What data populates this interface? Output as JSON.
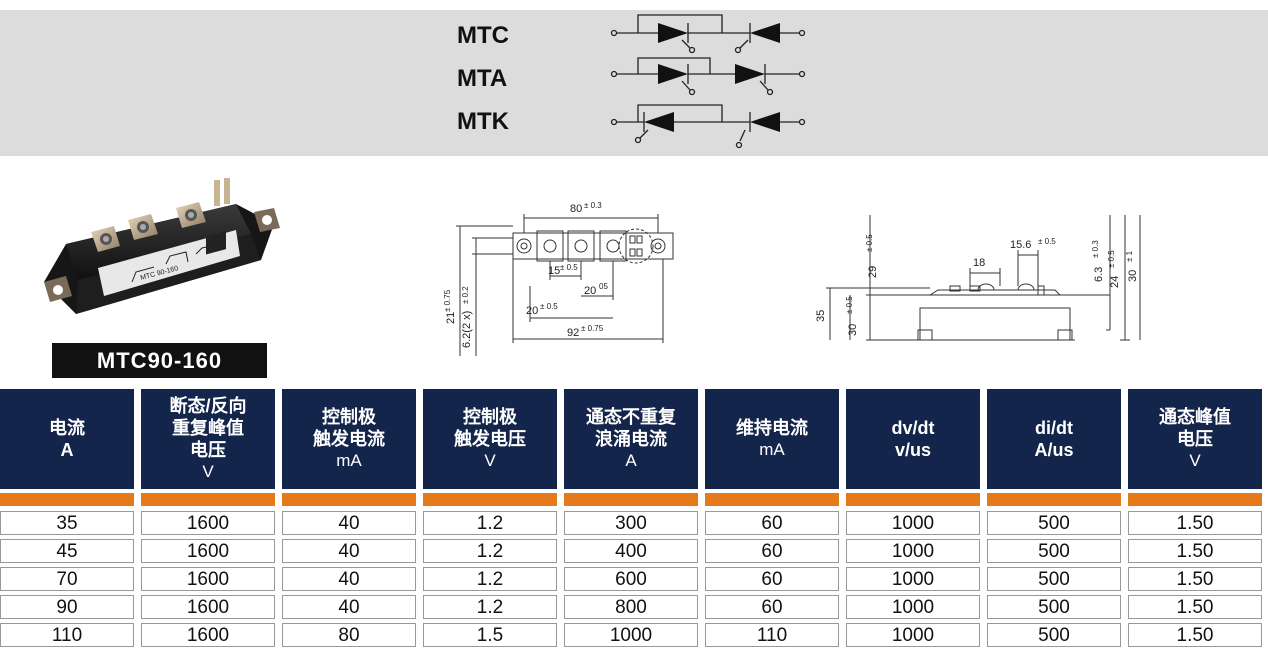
{
  "variants": [
    "MTC",
    "MTA",
    "MTK"
  ],
  "product": {
    "badge_label": "MTC90-160",
    "module_markings": [
      "MTC 90-160"
    ]
  },
  "drawing_top": {
    "dims": [
      "80",
      "± 0.3",
      "15",
      "± 0.5",
      "20",
      "05",
      "20",
      "± 0.5",
      "92",
      "± 0.75",
      "21",
      "± 0.75",
      "6.2(2 x)",
      "± 0.2"
    ]
  },
  "drawing_side": {
    "dims": [
      "18",
      "15.6",
      "± 0.5",
      "29",
      "± 0.5",
      "35",
      "30",
      "± 0.5",
      "6.3",
      "± 0.3",
      "24",
      "± 0.5",
      "30",
      "± 1"
    ]
  },
  "table": {
    "headers": [
      {
        "lines": [
          "电流",
          "A"
        ],
        "unit": ""
      },
      {
        "lines": [
          "断态/反向",
          "重复峰值",
          "电压"
        ],
        "unit": "V"
      },
      {
        "lines": [
          "控制极",
          "触发电流"
        ],
        "unit": "mA"
      },
      {
        "lines": [
          "控制极",
          "触发电压"
        ],
        "unit": "V"
      },
      {
        "lines": [
          "通态不重复",
          "浪涌电流"
        ],
        "unit": "A"
      },
      {
        "lines": [
          "维持电流"
        ],
        "unit": "mA"
      },
      {
        "lines": [
          "dv/dt",
          "v/us"
        ],
        "unit": ""
      },
      {
        "lines": [
          "di/dt",
          "A/us"
        ],
        "unit": ""
      },
      {
        "lines": [
          "通态峰值",
          "电压"
        ],
        "unit": "V"
      }
    ],
    "rows": [
      [
        "35",
        "1600",
        "40",
        "1.2",
        "300",
        "60",
        "1000",
        "500",
        "1.50"
      ],
      [
        "45",
        "1600",
        "40",
        "1.2",
        "400",
        "60",
        "1000",
        "500",
        "1.50"
      ],
      [
        "70",
        "1600",
        "40",
        "1.2",
        "600",
        "60",
        "1000",
        "500",
        "1.50"
      ],
      [
        "90",
        "1600",
        "40",
        "1.2",
        "800",
        "60",
        "1000",
        "500",
        "1.50"
      ],
      [
        "110",
        "1600",
        "80",
        "1.5",
        "1000",
        "110",
        "1000",
        "500",
        "1.50"
      ]
    ]
  },
  "colors": {
    "header_bg": "#13254a",
    "stripe": "#e47a1b",
    "band": "#dcdcdc"
  }
}
